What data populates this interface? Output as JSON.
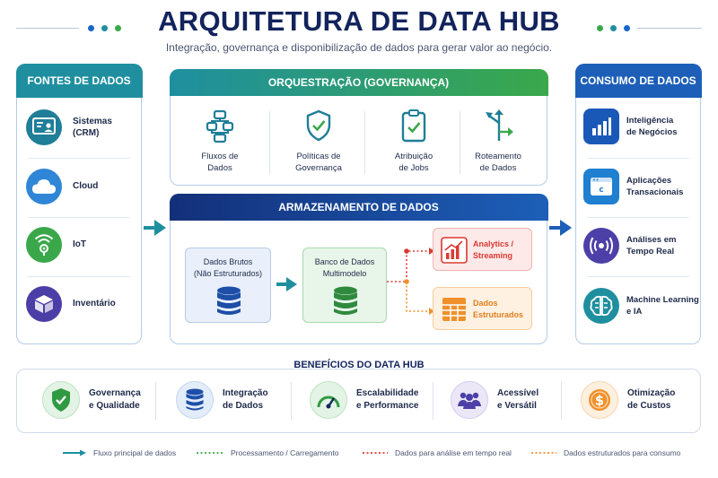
{
  "header": {
    "title": "ARQUITETURA DE DATA HUB",
    "subtitle": "Integração, governança e disponibilização de dados para gerar valor ao negócio."
  },
  "sources": {
    "title": "FONTES DE DADOS",
    "items": [
      {
        "label": "Sistemas\n(CRM)",
        "icon": "crm-system-icon"
      },
      {
        "label": "Cloud",
        "icon": "cloud-icon"
      },
      {
        "label": "IoT",
        "icon": "iot-sensor-icon"
      },
      {
        "label": "Inventário",
        "icon": "inventory-box-icon"
      }
    ]
  },
  "orchestration": {
    "title": "ORQUESTRAÇÃO (GOVERNANÇA)",
    "items": [
      {
        "label": "Fluxos de\nDados",
        "icon": "data-flow-icon"
      },
      {
        "label": "Políticas de\nGovernança",
        "icon": "shield-check-icon"
      },
      {
        "label": "Atribuição\nde Jobs",
        "icon": "clipboard-check-icon"
      },
      {
        "label": "Roteamento\nde Dados",
        "icon": "routing-arrows-icon"
      }
    ]
  },
  "storage": {
    "title": "ARMAZENAMENTO DE DADOS",
    "raw": "Dados Brutos\n(Não Estruturados)",
    "multimodel": "Banco de Dados\nMultimodelo",
    "analytics": "Analytics /\nStreaming",
    "structured": "Dados\nEstruturados"
  },
  "consumption": {
    "title": "CONSUMO DE DADOS",
    "items": [
      {
        "label": "Inteligência\nde Negócios",
        "icon": "bar-chart-icon"
      },
      {
        "label": "Aplicações\nTransacionais",
        "icon": "app-window-icon"
      },
      {
        "label": "Análises em\nTempo Real",
        "icon": "broadcast-icon"
      },
      {
        "label": "Machine Learning\ne IA",
        "icon": "brain-icon"
      }
    ]
  },
  "benefits": {
    "title": "BENEFÍCIOS DO DATA HUB",
    "items": [
      {
        "label": "Governança\ne Qualidade",
        "icon": "shield-check-icon"
      },
      {
        "label": "Integração\nde Dados",
        "icon": "database-icon"
      },
      {
        "label": "Escalabilidade\ne Performance",
        "icon": "gauge-icon"
      },
      {
        "label": "Acessível\ne Versátil",
        "icon": "users-icon"
      },
      {
        "label": "Otimização\nde Custos",
        "icon": "dollar-coin-icon"
      }
    ]
  },
  "legend": {
    "main_flow": "Fluxo principal de dados",
    "processing": "Processamento / Carregamento",
    "realtime": "Dados para análise em tempo real",
    "structured": "Dados estruturados para consumo"
  },
  "colors": {
    "navy": "#13245c",
    "teal": "#1f8fa0",
    "green": "#3aa84a",
    "blue": "#1d5fb8",
    "red": "#d93a32",
    "orange": "#f0902a"
  }
}
